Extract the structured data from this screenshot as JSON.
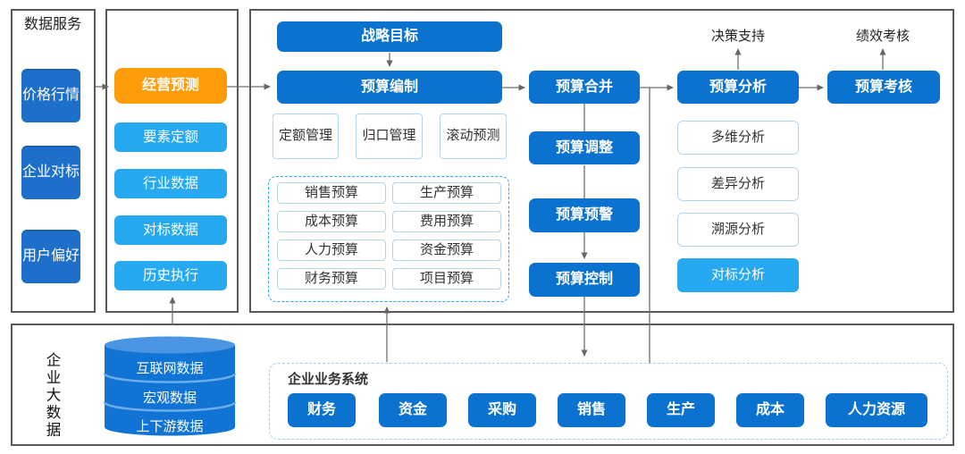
{
  "colors": {
    "main_blue": "#0b72d0",
    "dark_blue": "#1d6fca",
    "light_blue": "#27a9f2",
    "orange": "#ff9c0a",
    "panel_border": "#595959",
    "connector": "#6e6e6e"
  },
  "data_service": {
    "title": "数据服务",
    "items": [
      "价格行情",
      "企业对标",
      "用户偏好"
    ]
  },
  "forecast": {
    "highlight": "经营预测",
    "items": [
      "要素定额",
      "行业数据",
      "对标数据",
      "历史执行"
    ]
  },
  "main": {
    "strategy": "战略目标",
    "compile": "预算编制",
    "compile_tools": [
      "定额管理",
      "归口管理",
      "滚动预测"
    ],
    "budget_types": [
      "销售预算",
      "生产预算",
      "成本预算",
      "费用预算",
      "人力预算",
      "资金预算",
      "财务预算",
      "项目预算"
    ],
    "merge_chain": [
      "预算合并",
      "预算调整",
      "预算预警",
      "预算控制"
    ],
    "analysis": "预算分析",
    "assessment": "预算考核",
    "analysis_items": [
      "多维分析",
      "差异分析",
      "溯源分析"
    ],
    "analysis_highlight": "对标分析",
    "decision_label": "决策支持",
    "performance_label": "绩效考核"
  },
  "bigdata": {
    "title": "企业大数据",
    "db_items": [
      "互联网数据",
      "宏观数据",
      "上下游数据"
    ],
    "business": {
      "title": "企业业务系统",
      "items": [
        "财务",
        "资金",
        "采购",
        "销售",
        "生产",
        "成本",
        "人力资源"
      ]
    }
  }
}
